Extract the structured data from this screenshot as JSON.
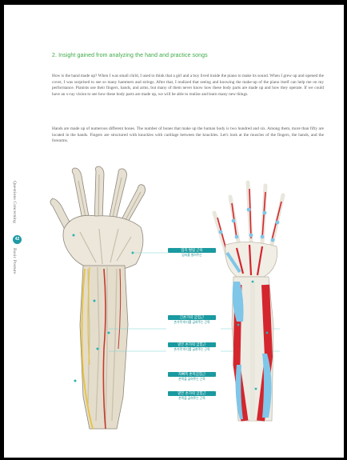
{
  "section": {
    "heading": "2. Insight gained from analyzing the hand and practice songs"
  },
  "paragraphs": [
    "How is the hand made up? When I was small child, I used to think that a girl and a boy lived inside the piano to make its sound. When I grew up and opened the cover, I was surprised to see so many hammers and strings. After that, I realized that seeing and knowing the make-up of the piano itself can help me on my performance. Pianists use their fingers, hands, and arms, but many of them never know how these body parts are made up and how they operate. If we could have an x-ray vision to see how these body parts are made up, we will be able to realize and learn many new things.",
    "Hands are made up of numerous different bones. The number of bones that make up the human body is two hundred and six. Among them, more than fifty are located in the hands. Fingers are structured with knuckles with cartilage between the knuckles. Let's look at the muscles of the fingers, the hands, and the forearms."
  ],
  "sidebar": {
    "chapter": "Questions Concerning",
    "page_number": "42",
    "topic": "Basic Posture"
  },
  "figure_labels": [
    {
      "title": "엄지 벌림 근육",
      "subtitle": "엄지를 벌려주는"
    },
    {
      "title": "긴손가락 굽힘근",
      "subtitle": "손가락 마디를 굽혀주는 근육"
    },
    {
      "title": "얕은 손가락 굽힘근",
      "subtitle": "손가락 마디를 굽혀주는 근육"
    },
    {
      "title": "자뼈쪽 손목굽힘근",
      "subtitle": "손목을 굽혀주는 근육"
    },
    {
      "title": "얕은 손가락 굽힘근",
      "subtitle": "손목을 굽혀주는 근육"
    }
  ],
  "colors": {
    "heading": "#3aa843",
    "accent_teal": "#1a9aa0",
    "muscle_red": "#d4262e",
    "muscle_blue": "#7fc6e8",
    "tendon_yellow": "#e8c23a",
    "bone": "#e9e3d5"
  }
}
